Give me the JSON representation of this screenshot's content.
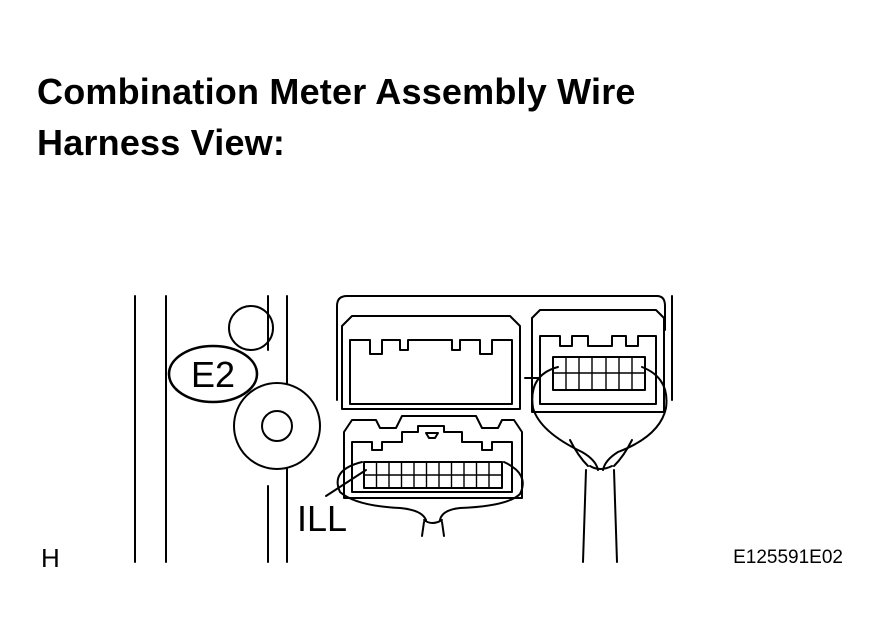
{
  "title_line1": "Combination Meter Assembly Wire",
  "title_line2": "Harness View:",
  "connector_label": "E2",
  "terminal_label": "ILL",
  "view_marker": "H",
  "figure_code": "E125591E02"
}
